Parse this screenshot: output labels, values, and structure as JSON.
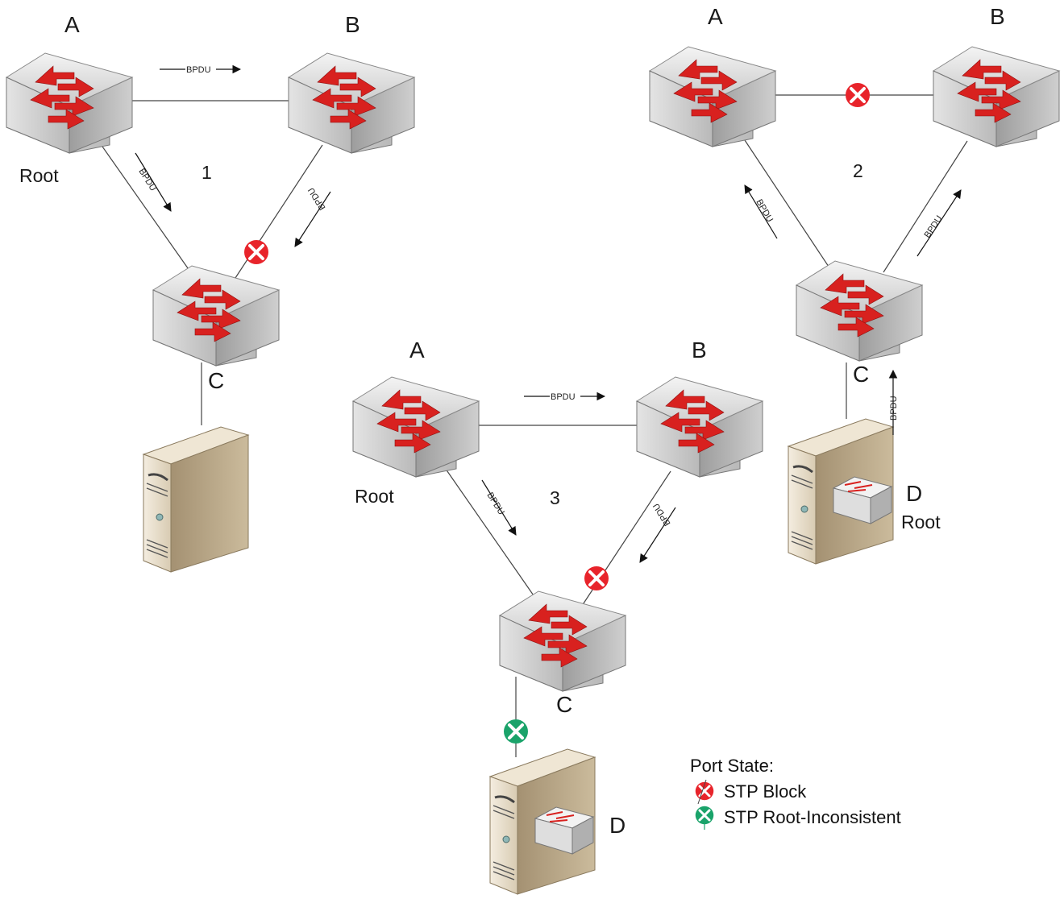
{
  "scenarios": [
    {
      "number": "1",
      "switch_a_label": "A",
      "switch_b_label": "B",
      "switch_c_label": "C",
      "root_label": "Root",
      "bpdu_ab": "BPDU",
      "bpdu_ac": "BPDU",
      "bpdu_bc": "BPDU"
    },
    {
      "number": "2",
      "switch_a_label": "A",
      "switch_b_label": "B",
      "switch_c_label": "C",
      "server_d_label": "D",
      "root_label": "Root",
      "bpdu_ca": "BPDU",
      "bpdu_cb": "BPDU",
      "bpdu_dc": "BPDU"
    },
    {
      "number": "3",
      "switch_a_label": "A",
      "switch_b_label": "B",
      "switch_c_label": "C",
      "server_d_label": "D",
      "root_label": "Root",
      "bpdu_ab": "BPDU",
      "bpdu_ac": "BPDU",
      "bpdu_bc": "BPDU"
    }
  ],
  "legend": {
    "title": "Port State:",
    "block_label": "STP Block",
    "root_inconsistent_label": "STP Root-Inconsistent"
  },
  "colors": {
    "block": "#e8242b",
    "root_inconsistent": "#1aa36a",
    "arrow": "#d8211f"
  }
}
